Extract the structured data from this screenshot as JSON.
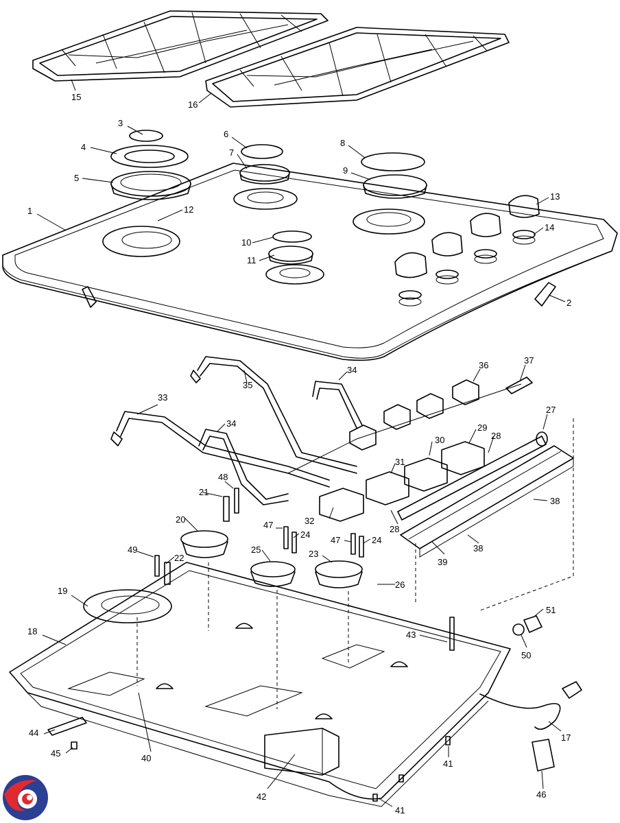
{
  "callouts": [
    {
      "id": "c1",
      "text": "1"
    },
    {
      "id": "c2",
      "text": "2"
    },
    {
      "id": "c3",
      "text": "3"
    },
    {
      "id": "c4",
      "text": "4"
    },
    {
      "id": "c5",
      "text": "5"
    },
    {
      "id": "c6",
      "text": "6"
    },
    {
      "id": "c7",
      "text": "7"
    },
    {
      "id": "c8",
      "text": "8"
    },
    {
      "id": "c9",
      "text": "9"
    },
    {
      "id": "c10",
      "text": "10"
    },
    {
      "id": "c11",
      "text": "11"
    },
    {
      "id": "c12",
      "text": "12"
    },
    {
      "id": "c13",
      "text": "13"
    },
    {
      "id": "c14",
      "text": "14"
    },
    {
      "id": "c15",
      "text": "15"
    },
    {
      "id": "c16",
      "text": "16"
    },
    {
      "id": "c17",
      "text": "17"
    },
    {
      "id": "c18",
      "text": "18"
    },
    {
      "id": "c19",
      "text": "19"
    },
    {
      "id": "c20",
      "text": "20"
    },
    {
      "id": "c21",
      "text": "21"
    },
    {
      "id": "c22",
      "text": "22"
    },
    {
      "id": "c23",
      "text": "23"
    },
    {
      "id": "c24a",
      "text": "24"
    },
    {
      "id": "c24b",
      "text": "24"
    },
    {
      "id": "c25",
      "text": "25"
    },
    {
      "id": "c26",
      "text": "26"
    },
    {
      "id": "c27",
      "text": "27"
    },
    {
      "id": "c28a",
      "text": "28"
    },
    {
      "id": "c28b",
      "text": "28"
    },
    {
      "id": "c29",
      "text": "29"
    },
    {
      "id": "c30",
      "text": "30"
    },
    {
      "id": "c31",
      "text": "31"
    },
    {
      "id": "c32",
      "text": "32"
    },
    {
      "id": "c33",
      "text": "33"
    },
    {
      "id": "c34a",
      "text": "34"
    },
    {
      "id": "c34b",
      "text": "34"
    },
    {
      "id": "c35",
      "text": "35"
    },
    {
      "id": "c36",
      "text": "36"
    },
    {
      "id": "c37",
      "text": "37"
    },
    {
      "id": "c38a",
      "text": "38"
    },
    {
      "id": "c38b",
      "text": "38"
    },
    {
      "id": "c39",
      "text": "39"
    },
    {
      "id": "c40",
      "text": "40"
    },
    {
      "id": "c41a",
      "text": "41"
    },
    {
      "id": "c41b",
      "text": "41"
    },
    {
      "id": "c42",
      "text": "42"
    },
    {
      "id": "c43",
      "text": "43"
    },
    {
      "id": "c44",
      "text": "44"
    },
    {
      "id": "c45",
      "text": "45"
    },
    {
      "id": "c46",
      "text": "46"
    },
    {
      "id": "c47a",
      "text": "47"
    },
    {
      "id": "c47b",
      "text": "47"
    },
    {
      "id": "c48",
      "text": "48"
    },
    {
      "id": "c49",
      "text": "49"
    },
    {
      "id": "c50",
      "text": "50"
    },
    {
      "id": "c51",
      "text": "51"
    }
  ],
  "colors": {
    "line": "#000000",
    "background": "#ffffff",
    "logo_red": "#e02a2f",
    "logo_blue": "#2b3f95"
  },
  "logo": {
    "icon": "brand-logo-icon"
  }
}
